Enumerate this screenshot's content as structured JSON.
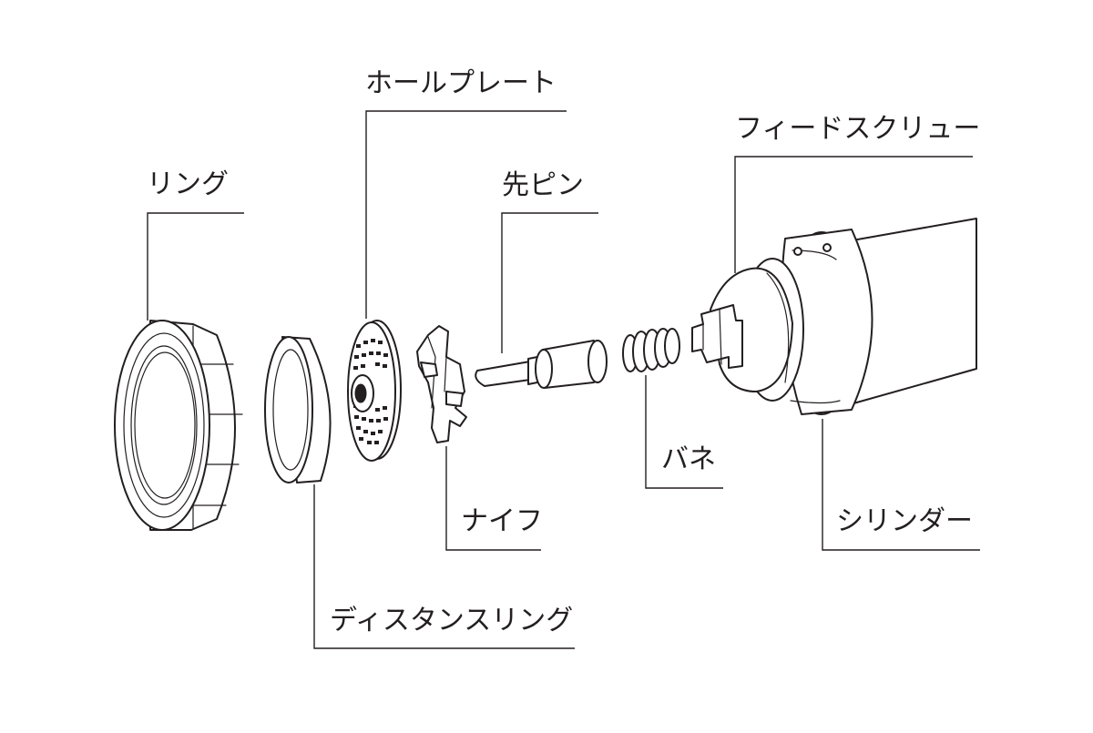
{
  "labels": {
    "ring": "リング",
    "hole_plate": "ホールプレート",
    "tip_pin": "先ピン",
    "feed_screw": "フィードスクリュー",
    "spring": "バネ",
    "knife": "ナイフ",
    "cylinder": "シリンダー",
    "distance_ring": "ディスタンスリング"
  }
}
